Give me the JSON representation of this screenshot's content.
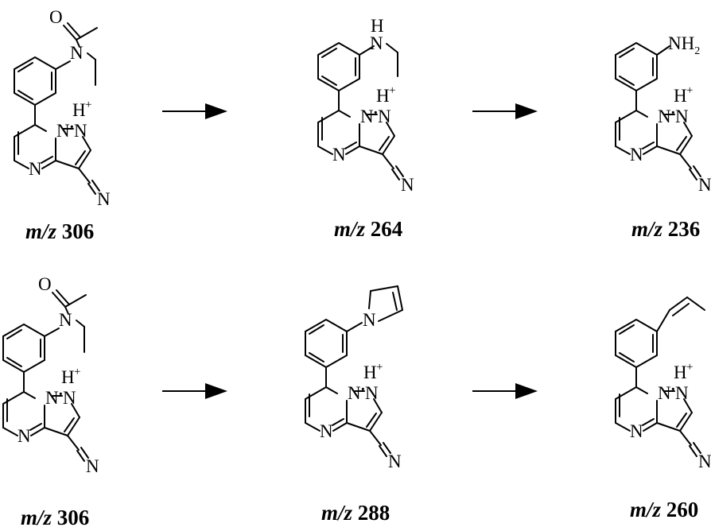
{
  "atoms": {
    "N": "N",
    "O": "O",
    "H": "H",
    "plus": "+",
    "NH": "NH",
    "two": "2"
  },
  "labels": {
    "m1": "m/z",
    "v1": "306",
    "m2": "m/z",
    "v2": "264",
    "m3": "m/z",
    "v3": "236",
    "m4": "m/z",
    "v4": "306",
    "m5": "m/z",
    "v5": "288",
    "m6": "m/z",
    "v6": "260"
  }
}
